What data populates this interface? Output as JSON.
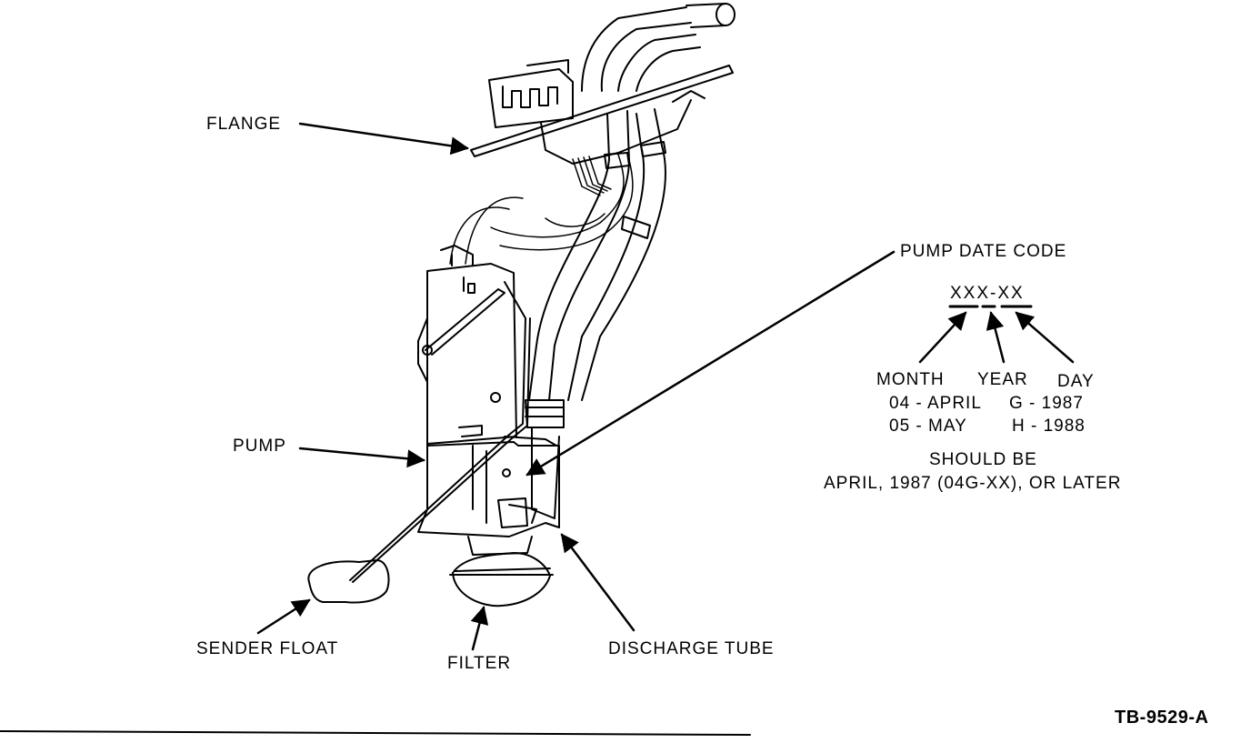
{
  "labels": {
    "flange": "FLANGE",
    "pump": "PUMP",
    "sender_float": "SENDER FLOAT",
    "filter": "FILTER",
    "discharge_tube": "DISCHARGE TUBE",
    "pump_date_code": "PUMP DATE CODE"
  },
  "date_code": {
    "pattern": "XXX-XX",
    "month_header": "MONTH",
    "year_header": "YEAR",
    "day_header": "DAY",
    "row1_month": "04 - APRIL",
    "row1_year": "G - 1987",
    "row2_month": "05 - MAY",
    "row2_year": "H - 1988",
    "note_line1": "SHOULD BE",
    "note_line2": "APRIL, 1987 (04G-XX), OR LATER"
  },
  "figure_id": "TB-9529-A"
}
